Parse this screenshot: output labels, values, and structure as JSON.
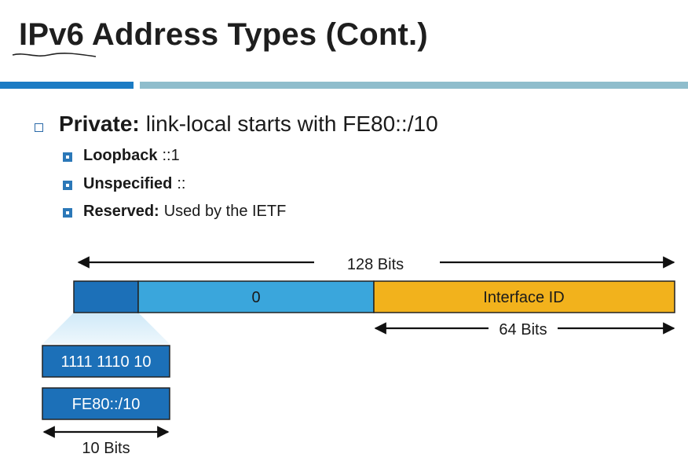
{
  "title": "IPv6 Address Types (Cont.)",
  "main_bullet": {
    "label": "Private:",
    "text": "link-local starts with FE80::/10"
  },
  "sub_bullets": [
    {
      "label": "Loopback",
      "text": "::1"
    },
    {
      "label": "Unspecified",
      "text": "::"
    },
    {
      "label": "Reserved:",
      "text": "Used by the IETF"
    }
  ],
  "diagram": {
    "total_bits_label": "128 Bits",
    "middle_segment_label": "0",
    "interface_segment_label": "Interface ID",
    "interface_bits_label": "64 Bits",
    "prefix_binary": "1111 1110 10",
    "prefix_hex": "FE80::/10",
    "prefix_bits_label": "10 Bits"
  },
  "colors": {
    "prefix_blue": "#1c70b8",
    "light_blue": "#3aa6dc",
    "orange": "#f2b21c"
  }
}
